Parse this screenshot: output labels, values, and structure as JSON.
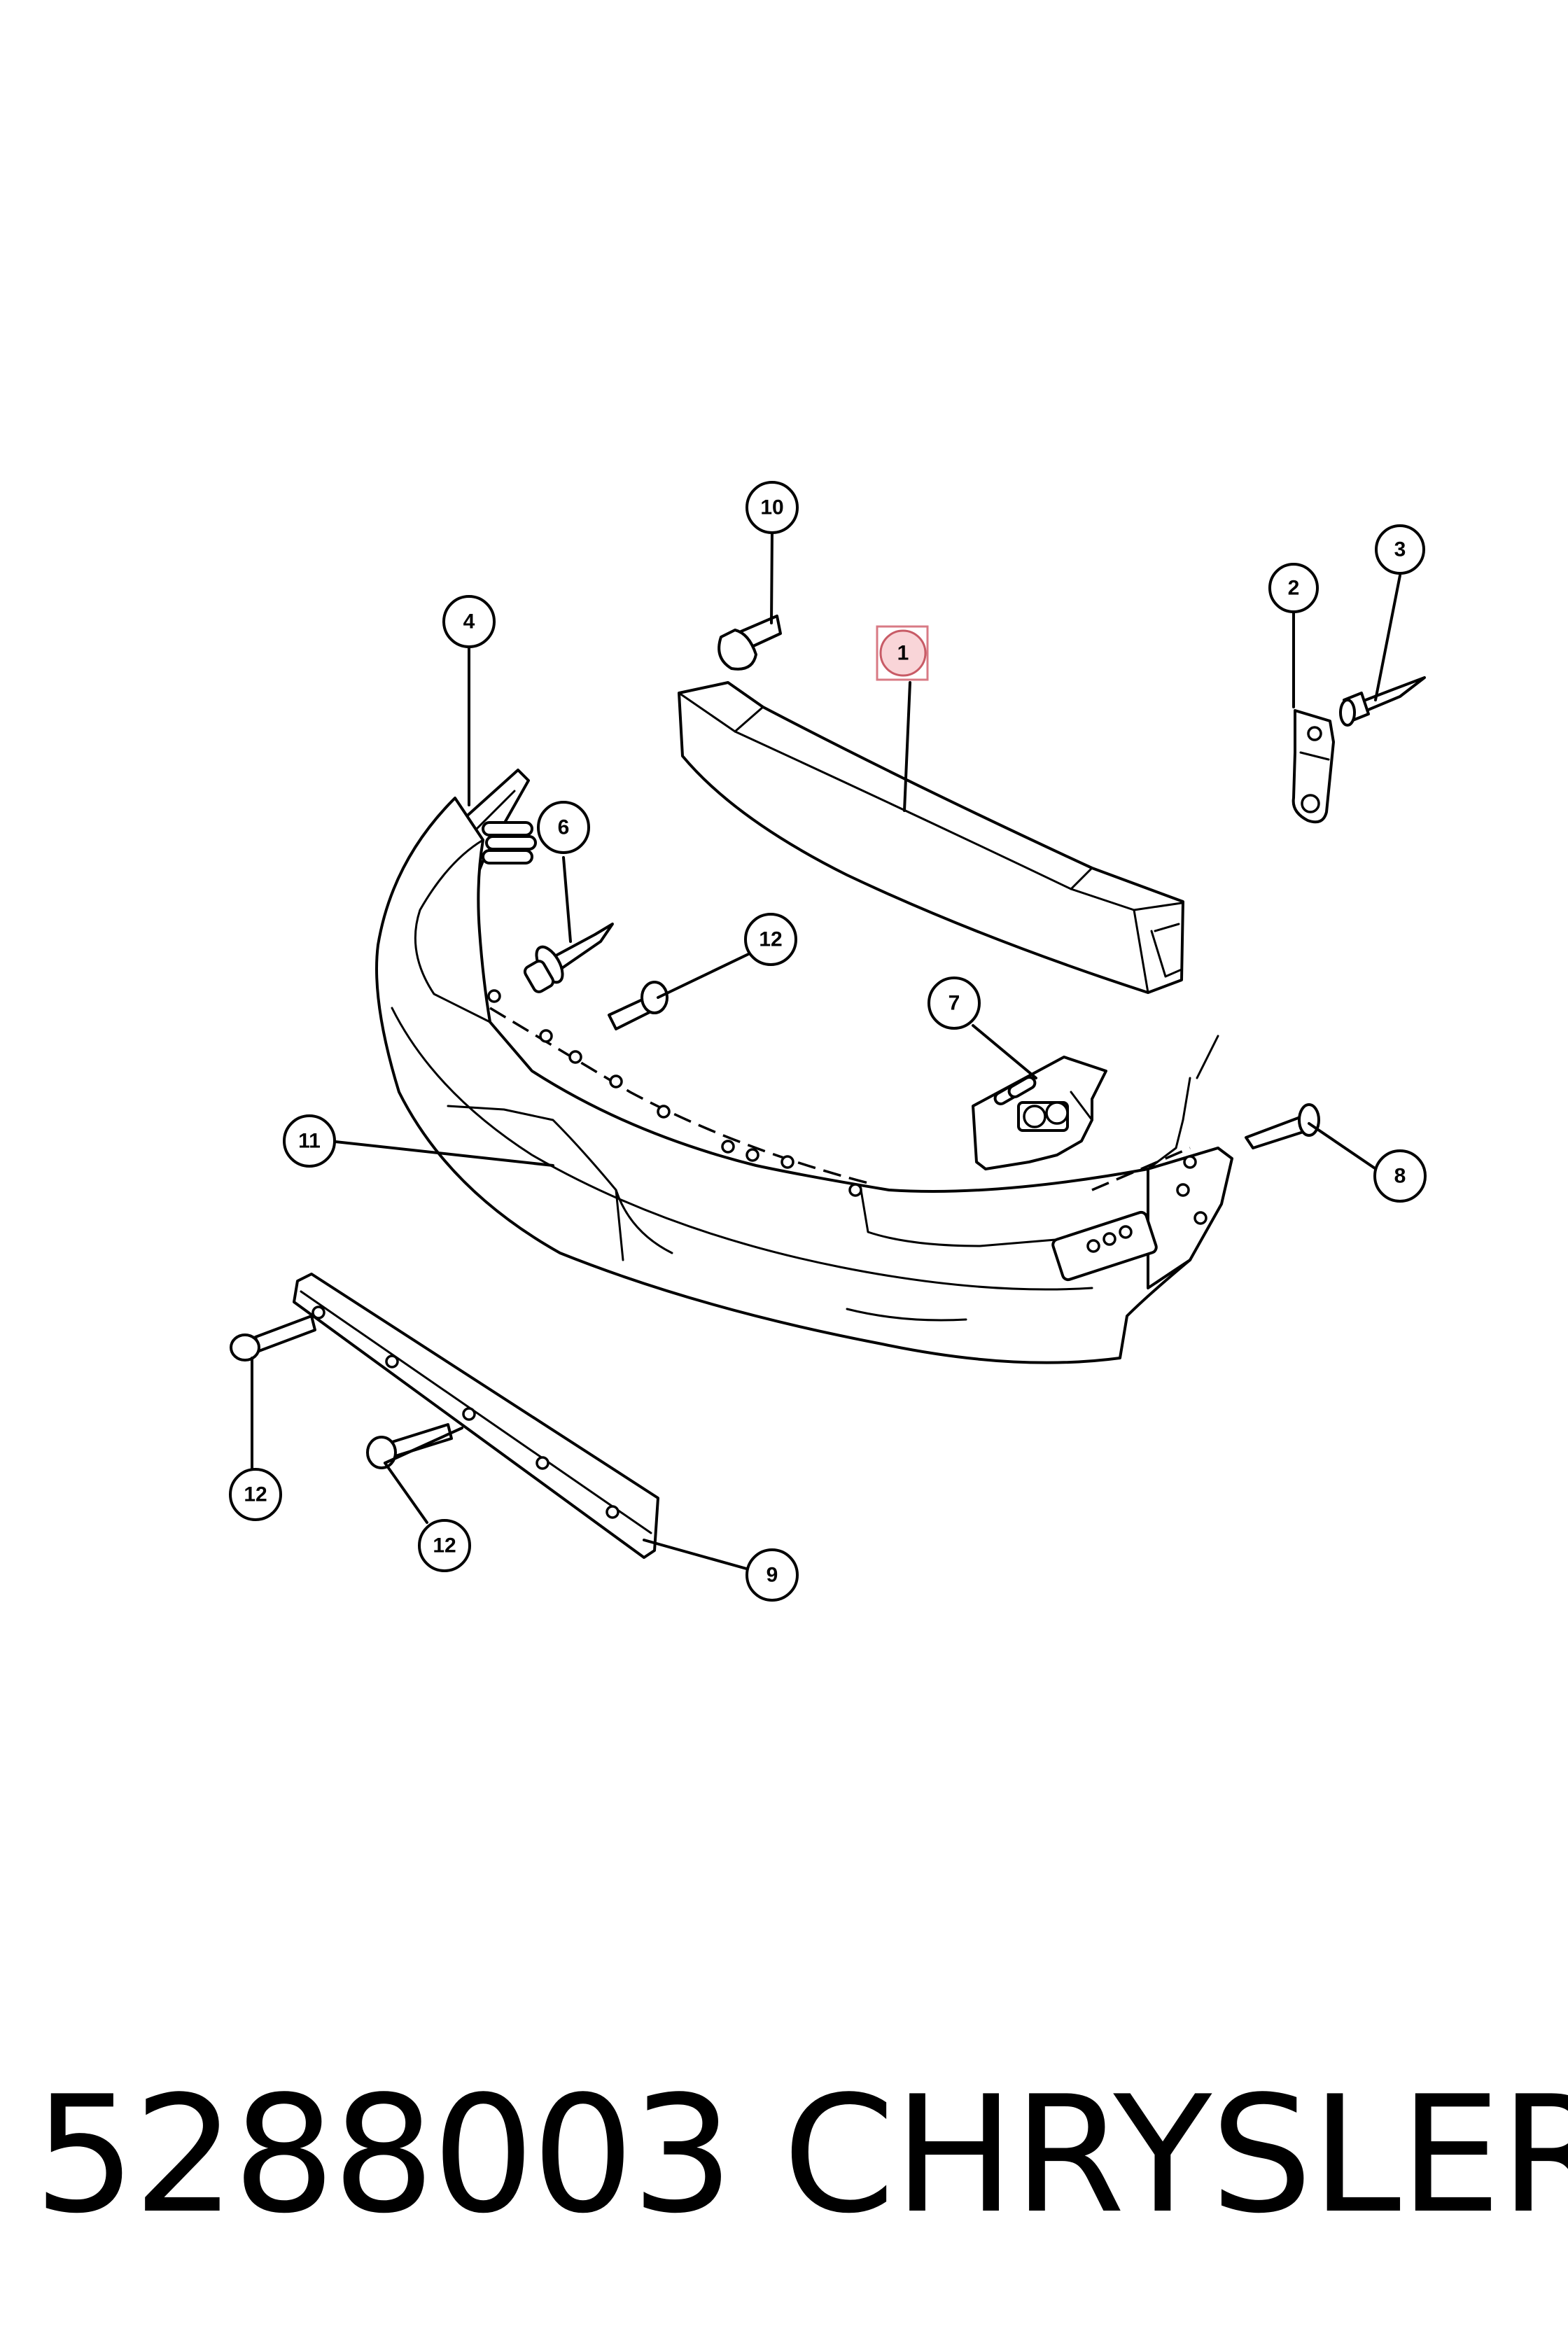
{
  "callouts": [
    {
      "id": "c1",
      "label": "1"
    },
    {
      "id": "c2",
      "label": "2"
    },
    {
      "id": "c3",
      "label": "3"
    },
    {
      "id": "c4",
      "label": "4"
    },
    {
      "id": "c6",
      "label": "6"
    },
    {
      "id": "c7",
      "label": "7"
    },
    {
      "id": "c8",
      "label": "8"
    },
    {
      "id": "c9",
      "label": "9"
    },
    {
      "id": "c10",
      "label": "10"
    },
    {
      "id": "c11",
      "label": "11"
    },
    {
      "id": "c12a",
      "label": "12"
    },
    {
      "id": "c12b",
      "label": "12"
    },
    {
      "id": "c12c",
      "label": "12"
    }
  ],
  "highlighted_callout": "1",
  "footer": {
    "part_number": "5288003",
    "brand": "CHRYSLER"
  }
}
